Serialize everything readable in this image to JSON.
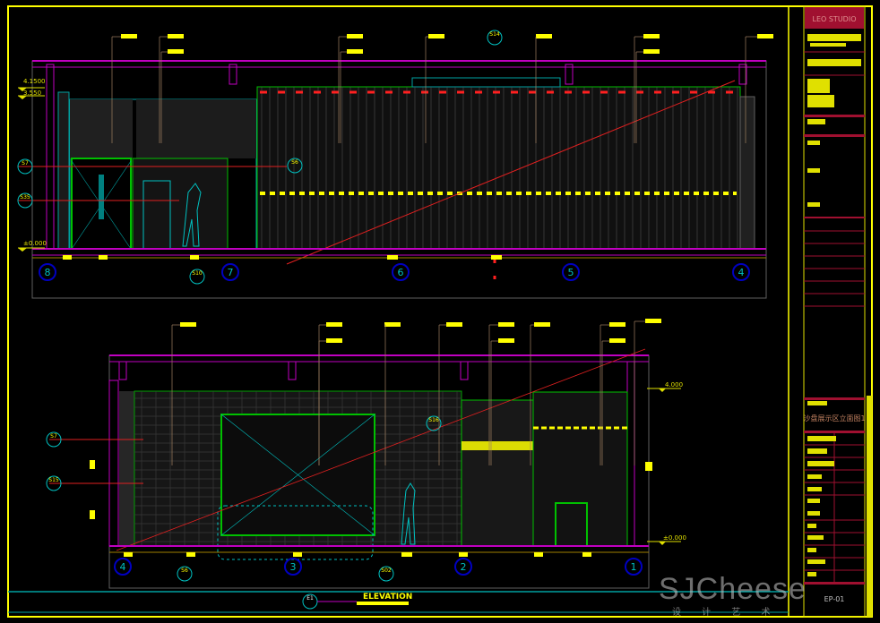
{
  "drawing": {
    "title": "ELEVATION",
    "view_tag": "E1",
    "levels_upper": [
      "4.1500",
      "3.550",
      "±0.000"
    ],
    "levels_lower": [
      "4.000",
      "±0.000"
    ],
    "grid_upper": [
      "8",
      "7",
      "6",
      "5",
      "4"
    ],
    "grid_lower": [
      "4",
      "3",
      "2",
      "1"
    ],
    "callouts_upper": [
      "S7",
      "S35",
      "S10",
      "S6",
      "S14"
    ],
    "callouts_lower": [
      "S7",
      "S15",
      "S16",
      "S6",
      "S02"
    ]
  },
  "title_block": {
    "company": "LEO STUDIO",
    "sheet_name": "沙盘展示区立面图1",
    "sheet_no": "EP-01"
  },
  "watermark": {
    "brand": "SJCheese",
    "sub": "设 计 艺 术"
  },
  "colors": {
    "frame": "#ffff00",
    "wall": "#c000c0",
    "cyan": "#00c0c0",
    "green": "#00c000",
    "red": "#ff2020",
    "titleRed": "#a01030"
  }
}
